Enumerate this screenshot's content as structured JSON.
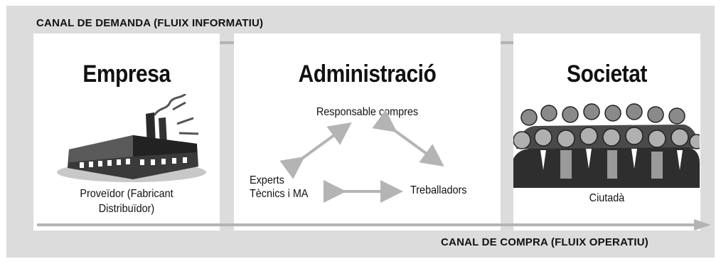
{
  "channels": {
    "demand": "CANAL DE DEMANDA (FLUIX INFORMATIU)",
    "purchase": "CANAL DE COMPRA (FLUIX OPERATIU)"
  },
  "panels": {
    "company": {
      "title": "Empresa",
      "caption_line1": "Proveïdor (Fabricant",
      "caption_line2": "Distribuïdor)",
      "illustration": "factory-clipart"
    },
    "administration": {
      "title": "Administració",
      "node_top": "Responsable compres",
      "node_left_line1": "Experts",
      "node_left_line2": "Tècnics i MA",
      "node_right": "Treballadors"
    },
    "society": {
      "title": "Societat",
      "caption": "Ciutadà",
      "illustration": "crowd-clipart"
    }
  },
  "colors": {
    "background": "#dcdcdc",
    "panel": "#ffffff",
    "arrow": "#b4b4b4",
    "text": "#111111"
  }
}
